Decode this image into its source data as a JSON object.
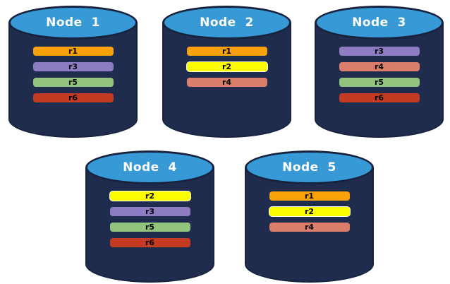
{
  "colors": {
    "background": "#FFFFFF",
    "cylinder_body": "#1F2C4D",
    "cylinder_outline": "#17233E",
    "cylinder_top": "#3799D6",
    "title_text": "#FFFFFF",
    "bar_label": "#000000"
  },
  "palette": {
    "r1": "#F9A109",
    "r2": "#FCFC00",
    "r3": "#8E7CC3",
    "r4": "#DB7E6C",
    "r5": "#93C47D",
    "r6": "#C43B24"
  },
  "nodes": [
    {
      "title": "Node  1",
      "replicas": [
        "r1",
        "r3",
        "r5",
        "r6"
      ]
    },
    {
      "title": "Node  2",
      "replicas": [
        "r1",
        "r2",
        "r4"
      ]
    },
    {
      "title": "Node  3",
      "replicas": [
        "r3",
        "r4",
        "r5",
        "r6"
      ]
    },
    {
      "title": "Node  4",
      "replicas": [
        "r2",
        "r3",
        "r5",
        "r6"
      ]
    },
    {
      "title": "Node  5",
      "replicas": [
        "r1",
        "r2",
        "r4"
      ]
    }
  ]
}
